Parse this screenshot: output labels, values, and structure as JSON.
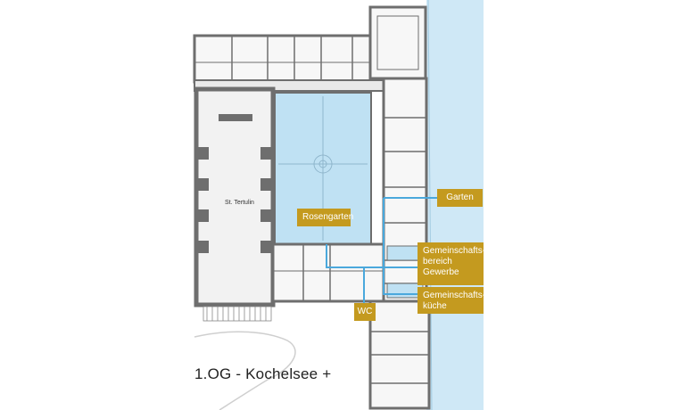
{
  "plan": {
    "church_name": "St. Tertulin",
    "floor_title": "1.OG - Kochelsee +",
    "labels": {
      "rosengarten": "Rosengarten",
      "garten": "Garten",
      "gewerbe_line1": "Gemeinschafts-",
      "gewerbe_line2": "bereich",
      "gewerbe_line3": "Gewerbe",
      "kueche_line1": "Gemeinschafts-",
      "kueche_line2": "küche",
      "wc": "WC"
    }
  },
  "colors": {
    "tag": "#c49a1f",
    "water": "#cfe8f6",
    "highlight": "#bfe1f3",
    "route": "#4aa8dc",
    "wall": "#6e6e6e"
  }
}
